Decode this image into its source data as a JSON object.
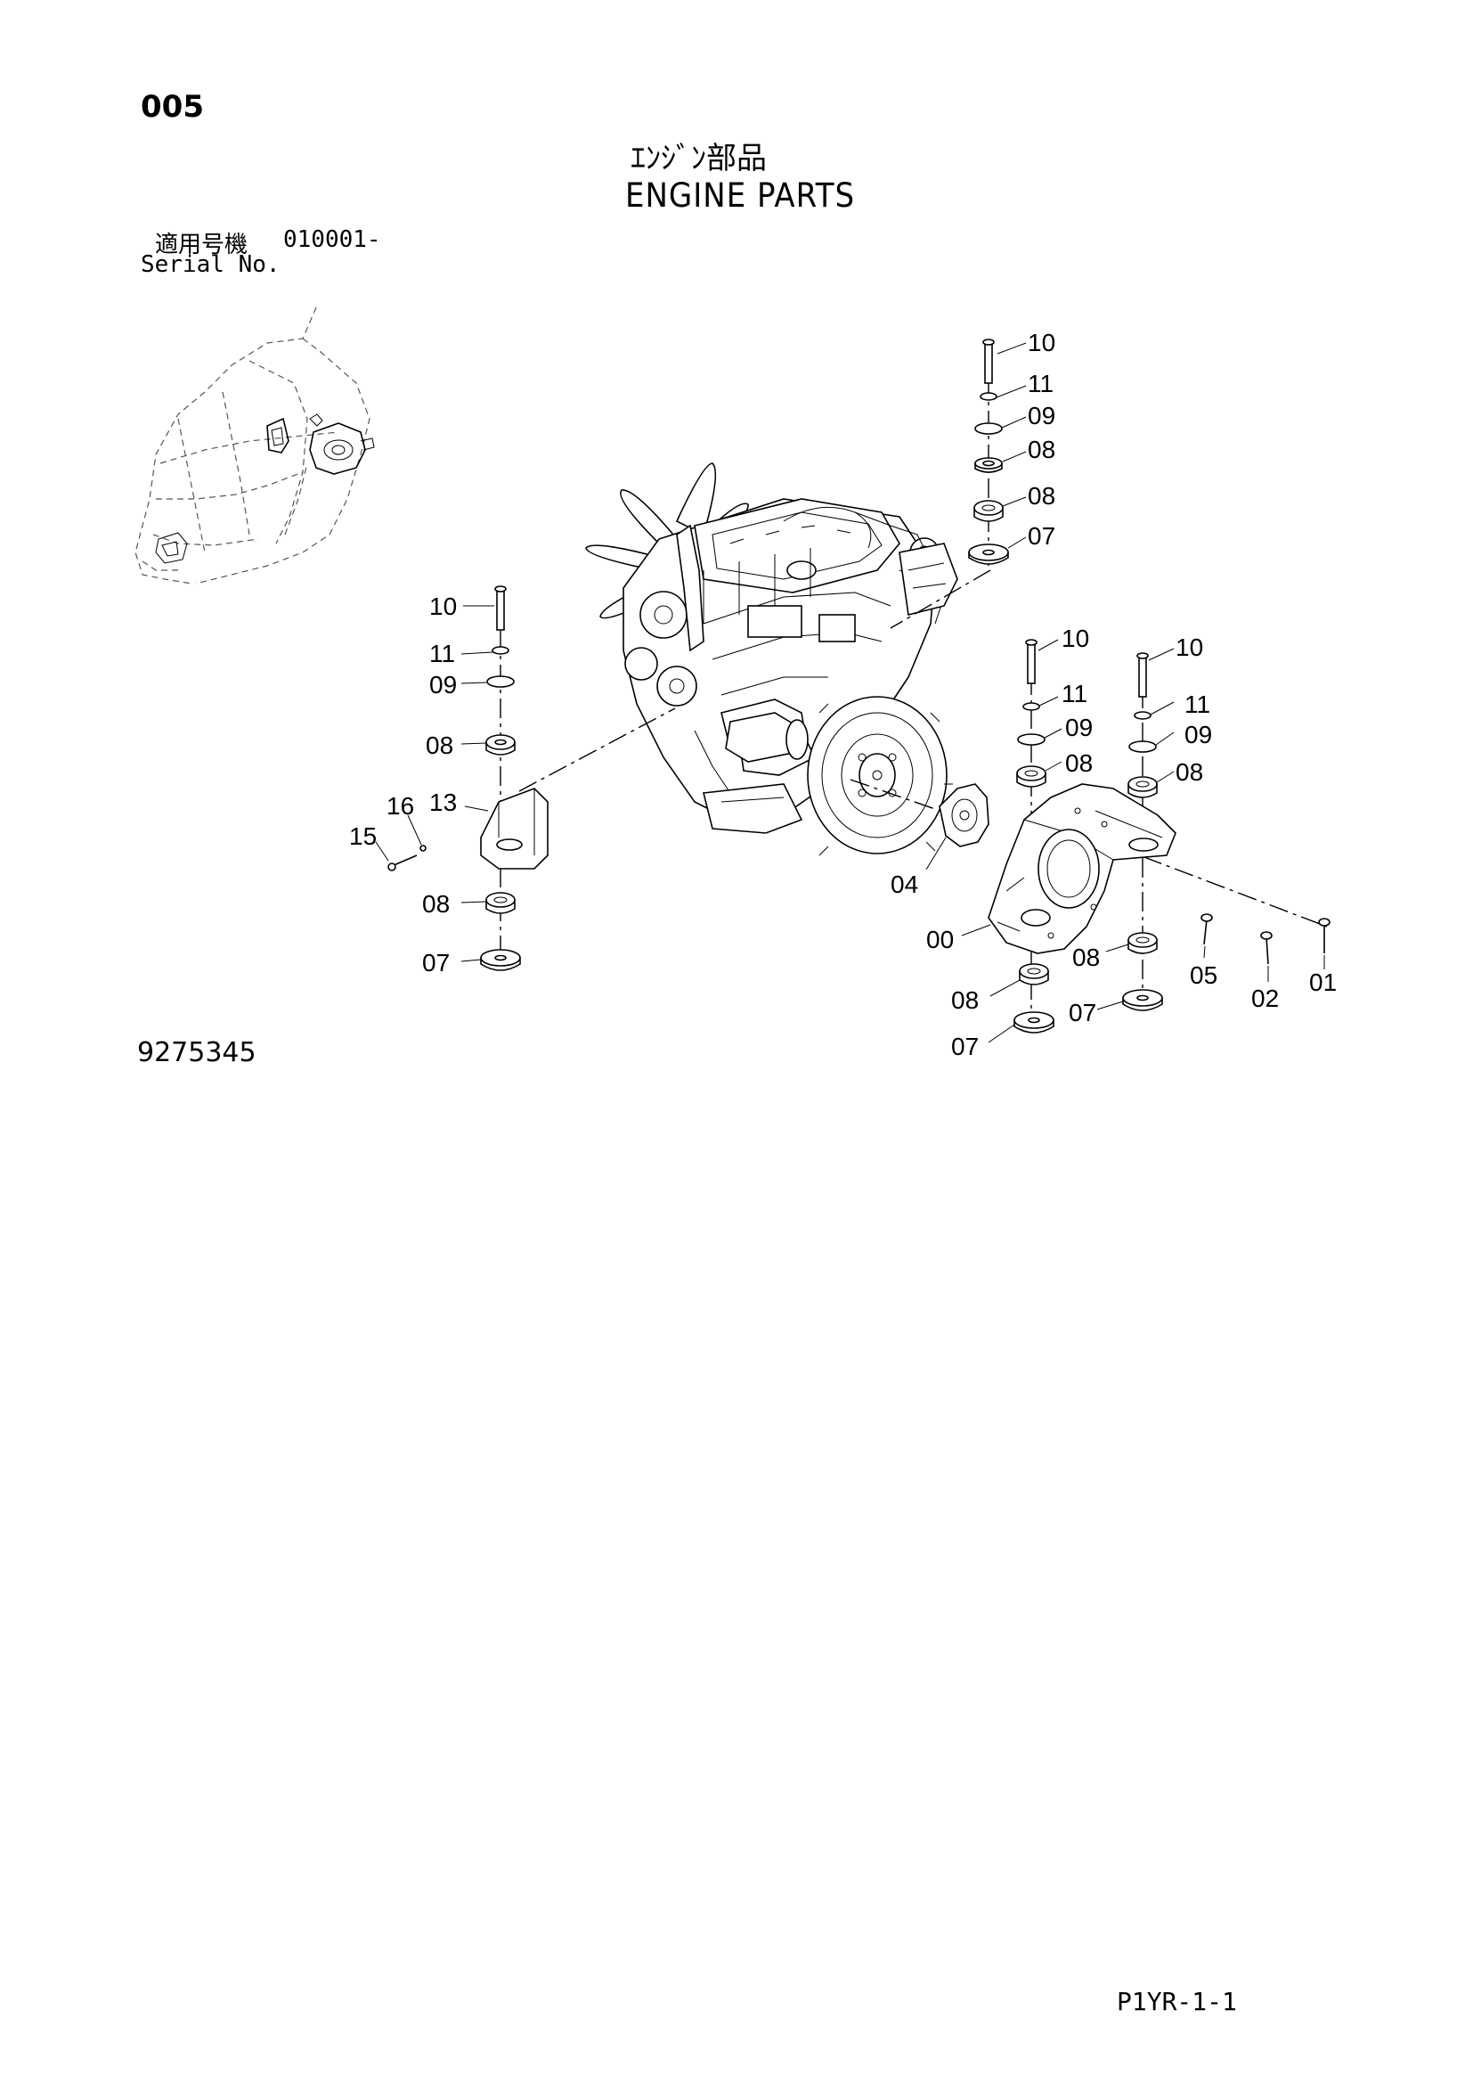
{
  "header": {
    "page_number": "005",
    "title_japanese": "ｴﾝｼﾞﾝ部品",
    "title_english": "ENGINE PARTS",
    "serial_label_japanese": "適用号機",
    "serial_range": "010001-",
    "serial_label_english": "Serial No."
  },
  "drawing_number": "9275345",
  "page_code": "P1YR-1-1",
  "callouts": {
    "c1": "10",
    "c2": "11",
    "c3": "09",
    "c4": "08",
    "c5": "08",
    "c6": "07",
    "c7": "10",
    "c8": "11",
    "c9": "09",
    "c10": "08",
    "c11": "13",
    "c12": "16",
    "c13": "15",
    "c14": "08",
    "c15": "07",
    "c16": "10",
    "c17": "11",
    "c18": "09",
    "c19": "08",
    "c20": "10",
    "c21": "11",
    "c22": "09",
    "c23": "08",
    "c24": "04",
    "c25": "00",
    "c26": "08",
    "c27": "05",
    "c28": "02",
    "c29": "01",
    "c30": "08",
    "c31": "07",
    "c32": "07"
  }
}
